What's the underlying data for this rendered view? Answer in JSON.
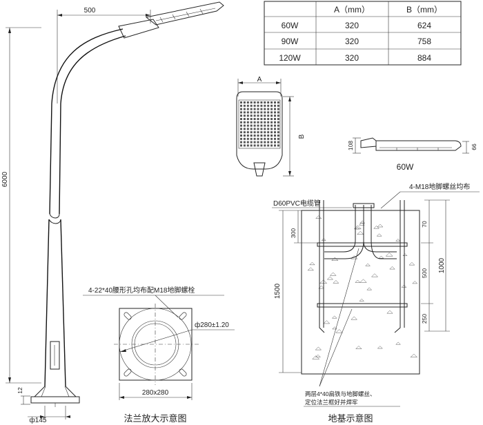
{
  "spec_table": {
    "headers": [
      "",
      "A（mm）",
      "B（mm）"
    ],
    "rows": [
      [
        "60W",
        "320",
        "624"
      ],
      [
        "90W",
        "320",
        "758"
      ],
      [
        "120W",
        "320",
        "884"
      ]
    ]
  },
  "pole": {
    "arm_length": "500",
    "height": "6000",
    "base_thickness": "12",
    "base_diameter": "ф145"
  },
  "lamp": {
    "dim_a": "A",
    "dim_b": "B",
    "side_height_left": "108",
    "side_height_right": "66",
    "model": "60W"
  },
  "flange": {
    "note": "4-22*40腰形孔均布配M18地脚螺栓",
    "diameter": "ф280±1.20",
    "size": "280x280",
    "caption": "法兰放大示意图"
  },
  "foundation": {
    "conduit": "D60PVC电缆管",
    "bolts": "4-M18地脚螺丝均布",
    "depth": "1500",
    "top_offset": "300",
    "dim_70": "70",
    "dim_1000": "1000",
    "dim_500": "500",
    "dim_250": "250",
    "note_line1": "两层4*40扁铁与地脚螺丝、",
    "note_line2": "定位法兰框好并焊牢",
    "caption": "地基示意图"
  }
}
